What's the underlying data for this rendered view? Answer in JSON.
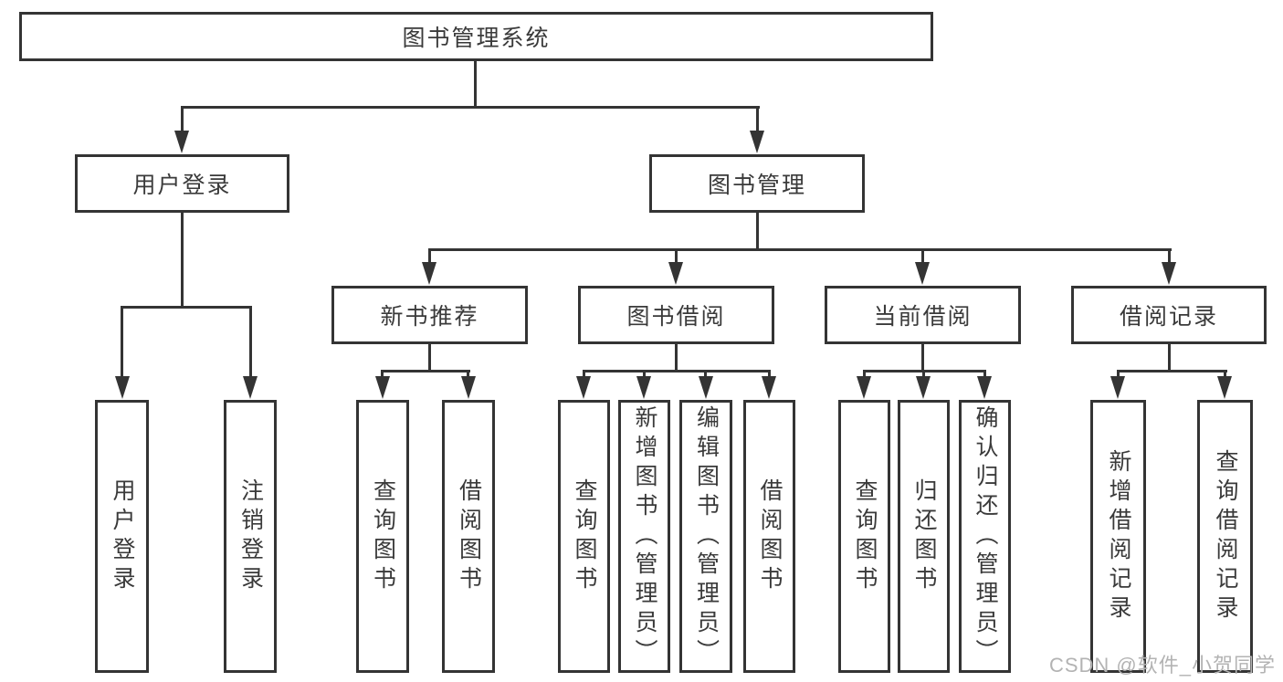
{
  "diagram": {
    "root": {
      "label": "图书管理系统"
    },
    "branches": [
      {
        "label": "用户登录",
        "children": [
          {
            "label": "用户登录"
          },
          {
            "label": "注销登录"
          }
        ]
      },
      {
        "label": "图书管理",
        "groups": [
          {
            "label": "新书推荐",
            "children": [
              {
                "label": "查询图书"
              },
              {
                "label": "借阅图书"
              }
            ]
          },
          {
            "label": "图书借阅",
            "children": [
              {
                "label": "查询图书"
              },
              {
                "label": "新增图书（管理员）"
              },
              {
                "label": "编辑图书（管理员）"
              },
              {
                "label": "借阅图书"
              }
            ]
          },
          {
            "label": "当前借阅",
            "children": [
              {
                "label": "查询图书"
              },
              {
                "label": "归还图书"
              },
              {
                "label": "确认归还（管理员）"
              }
            ]
          },
          {
            "label": "借阅记录",
            "children": [
              {
                "label": "新增借阅记录"
              },
              {
                "label": "查询借阅记录"
              }
            ]
          }
        ]
      }
    ]
  },
  "watermark": {
    "text": "CSDN @软件_小贺同学"
  },
  "colors": {
    "line": "#343434",
    "text": "#3a3a3a",
    "watermark": "#b3b3b3",
    "background": "#ffffff"
  }
}
